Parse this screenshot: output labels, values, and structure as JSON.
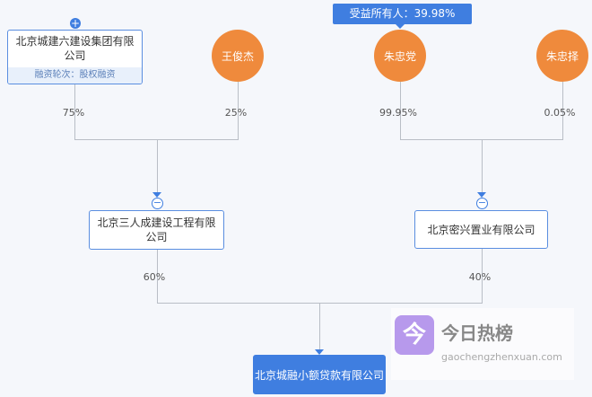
{
  "tooltip": "受益所有人：39.98%",
  "nodes": {
    "top_company": {
      "name": "北京城建六建设集团有限公司",
      "sub": "融资轮次：股权融资"
    },
    "p1": "王俊杰",
    "p2": "朱忠党",
    "p3": "朱忠择",
    "mid_left": "北京三人成建设工程有限公司",
    "mid_right": "北京密兴置业有限公司",
    "target": "北京城融小额贷款有限公司"
  },
  "percents": {
    "a": "75%",
    "b": "25%",
    "c": "99.95%",
    "d": "0.05%",
    "e": "60%",
    "f": "40%"
  },
  "watermark": {
    "title": "今日热榜",
    "url": "gaochengzhenxuan.com",
    "logo_char": "今"
  },
  "colors": {
    "accent": "#3f7ee0",
    "person": "#ef8a3c"
  }
}
